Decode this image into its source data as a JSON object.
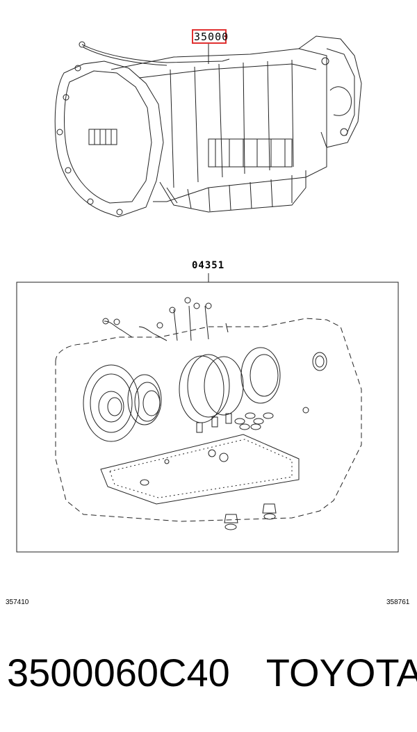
{
  "diagram": {
    "callout_top": "35000",
    "callout_kit": "04351",
    "id_left": "357410",
    "id_right": "358761"
  },
  "footer": {
    "part_number": "3500060C40",
    "brand": "TOYOTA"
  },
  "colors": {
    "callout_box": "#e03030",
    "line": "#222222"
  }
}
